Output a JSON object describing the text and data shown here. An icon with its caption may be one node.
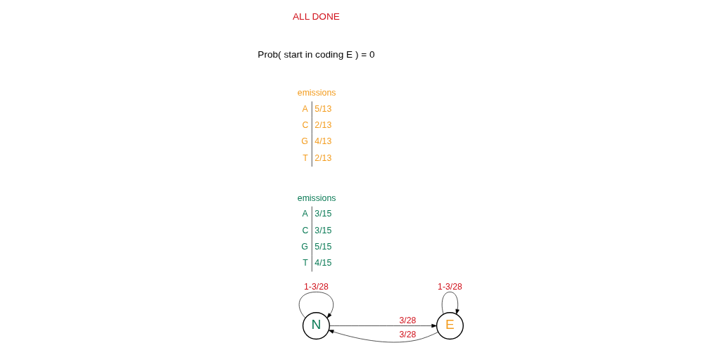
{
  "diagram": {
    "nodes": [
      {
        "text": [
          "N"
        ]
      },
      {
        "text": [
          "E"
        ]
      }
    ],
    "edges": [
      {
        "from": 0,
        "to": 1,
        "arrow": "to",
        "label": "3/28"
      },
      {
        "from": 1,
        "to": 0,
        "arrow": "to",
        "label": "3/28"
      },
      {
        "from": 0,
        "to": 0,
        "arrow": "to",
        "label": "1-3/28"
      },
      {
        "from": 1,
        "to": 1,
        "arrow": "to",
        "label": "1-3/28"
      }
    ],
    "labels": [
      "emissions",
      "A",
      "3/15",
      "C",
      "3/15",
      "G",
      "5/15",
      "T",
      "4/15",
      "emissions",
      "A",
      "5/13",
      "C",
      "2/13",
      "G",
      "4/13",
      "T",
      "2/13",
      "Prob( start in coding E ) = 0",
      "ALL DONE"
    ]
  }
}
